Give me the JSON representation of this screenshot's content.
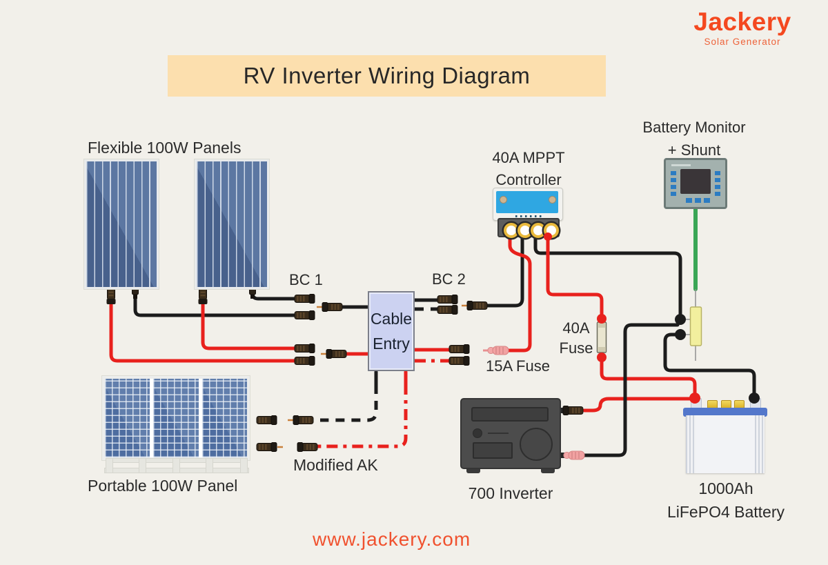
{
  "brand": {
    "name": "Jackery",
    "tagline": "Solar Generator"
  },
  "banner": {
    "title": "RV Inverter Wiring Diagram"
  },
  "footer": {
    "website": "www.jackery.com"
  },
  "components": {
    "flexible_panels": {
      "label": "Flexible 100W Panels"
    },
    "portable_panel": {
      "label": "Portable 100W Panel"
    },
    "bc1": {
      "label": "BC 1"
    },
    "bc2": {
      "label": "BC 2"
    },
    "cable_entry": {
      "line1": "Cable",
      "line2": "Entry"
    },
    "mppt": {
      "line1": "40A MPPT",
      "line2": "Controller"
    },
    "battery_monitor": {
      "line1": "Battery Monitor",
      "line2": "+ Shunt"
    },
    "fuse_15a": {
      "label": "15A Fuse"
    },
    "fuse_40a": {
      "line1": "40A",
      "line2": "Fuse"
    },
    "modified_ak": {
      "label": "Modified AK"
    },
    "inverter": {
      "label": "700 Inverter"
    },
    "battery": {
      "line1": "1000Ah",
      "line2": "LiFePO4 Battery"
    }
  },
  "colors": {
    "background": "#f2f0ea",
    "banner": "#fcdfae",
    "brand_orange": "#f4502a",
    "wire_red": "#e8211d",
    "wire_black": "#1c1c1c",
    "wire_green": "#3aa655",
    "panel_blue": "#4e6d9c",
    "mppt_blue": "#2fa7e2",
    "cable_entry_fill": "#ccd2f1",
    "shunt_yellow": "#f2ef9e",
    "battery_blue": "#5377cb"
  }
}
